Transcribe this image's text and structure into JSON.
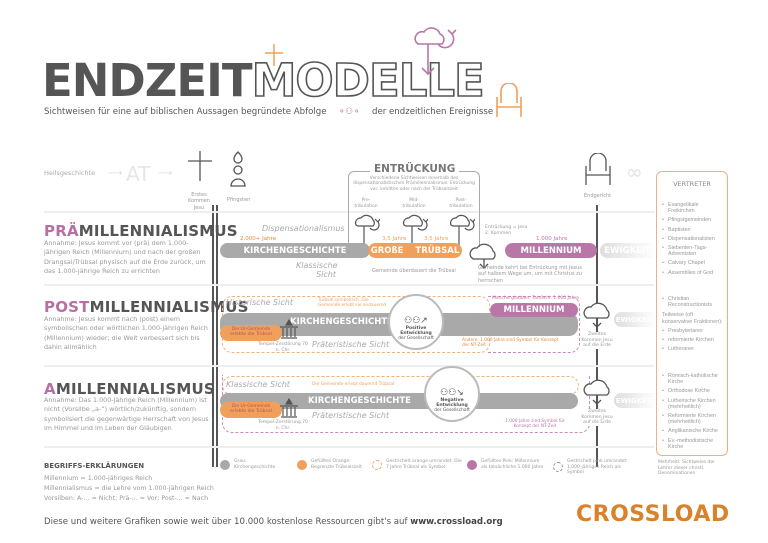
{
  "header": {
    "title_bold": "ENDZEIT",
    "title_outline": "MODELLE",
    "subtitle_left": "Sichtweisen für eine auf biblischen Aussagen begründete Abfolge",
    "subtitle_right": "der endzeitlichen Ereignisse"
  },
  "timeline": {
    "heilsgeschichte": "Heilsgeschichte",
    "at": "AT",
    "erstes_kommen": "Erstes Kommen Jesu",
    "pfingsten": "Pfingsten",
    "endgericht": "Endgericht"
  },
  "entrueckung": {
    "title": "ENTRÜCKUNG",
    "desc": "Verschiedene Sichtweisen innerhalb des dispensationalistischen Prämillennialismus: Entrückung vor, inmitten oder nach der Trübsalszeit",
    "pre": "Pre-tribulation",
    "mid": "Mid-tribulation",
    "post": "Post-tribulation",
    "jesu": "Entrückung = Jesu 2. Kommen"
  },
  "pre": {
    "title_accent": "PRÄ",
    "title_rest": "MILLENNIALISMUS",
    "desc": "Annahme: Jesus kommt vor (prä) dem 1.000-jährigen Reich (Millennium) und nach der großen Drangsal/Trübsal physisch auf die Erde zurück, um das 1.000-jährige Reich zu errichten",
    "dispens": "Dispensationalismus",
    "klassisch": "Klassische Sicht",
    "jahre_kg": "2.000+ Jahre",
    "kg": "KIRCHENGESCHICHTE",
    "jahre1": "3,5 Jahre",
    "jahre2": "3,5 Jahre",
    "grosse": "GROßE",
    "truebsal": "TRÜBSAL",
    "jahre_m": "1.000 Jahre",
    "millennium": "MILLENNIUM",
    "ewigkeit": "EWIGKEIT",
    "ueberdauert": "Gemeinde überdauert die Trübsal",
    "kehrt": "Gemeinde kehrt bei Entrückung mit Jesus auf halbem Wege um, um mit Christus zu herrschen"
  },
  "post": {
    "title_accent": "POST",
    "title_rest": "MILLENNIALISMUS",
    "desc": "Annahme: Jesus kommt nach (post) einem symbolischen oder wörtlichen 1.000-jährigen Reich (Millennium) wieder; die Welt verbessert sich bis dahin allmählich",
    "historisch": "Historische Sicht",
    "historisch_note": "Trübsal symbolisch. Die Gemeinde erlebt sie andauernd",
    "urgemeinde": "Die Ur-Gemeinde erlebte die Trübsal",
    "kg": "KIRCHENGESCHICHTE",
    "tempel": "Tempel-Zerstörung 70 n. Chr.",
    "praeter": "Präteristische Sicht",
    "circle_a": "Positive",
    "circle_b": "Entwicklung",
    "circle_c": "der Gesellschaft",
    "manche": "Manche glauben: Tatsächl. 1.000 Jahre",
    "millennium": "MILLENNIUM",
    "andere": "Andere: 1.000 Jahre sind Symbol für Konzept der NT-Zeit",
    "zweites": "Zweites Kommen Jesu auf die Erde",
    "ewigkeit": "EWIGKEIT"
  },
  "amill": {
    "title_accent": "A",
    "title_rest": "MILLENNIALISMUS",
    "desc": "Annahme: Das 1.000-jährige Reich (Millennium) ist nicht (Vorsilbe „a-“) wörtlich/zukünftig, sondern symbolisiert die gegenwärtige Herrschaft von Jesus im Himmel und im Leben der Gläubigen",
    "klassisch": "Klassische Sicht",
    "klassisch_note": "Die Gemeinde erlebt dauernd Trübsal",
    "urgemeinde": "Die Ur-Gemeinde erlebte die Trübsal",
    "kg": "KIRCHENGESCHICHTE",
    "tempel": "Tempel-Zerstörung 70 n. Chr.",
    "praeter": "Präteristische Sicht",
    "circle_a": "Negative",
    "circle_b": "Entwicklung",
    "circle_c": "der Gesellschaft",
    "symbol": "1.000 Jahre sind Symbol für Konzept der NT-Zeit",
    "zweites": "Zweites Kommen Jesu auf die Erde",
    "ewigkeit": "EWIGKEIT"
  },
  "vertreter": {
    "title": "VERTRETER",
    "pre": [
      "Evangelikale Freikirchen",
      "Pfingstgemeinden",
      "Baptisten",
      "Dispensationalisten",
      "Siebenten-Tags-Adventisten",
      "Calvary Chapel",
      "Assemblies of God"
    ],
    "post": [
      "Christian Reconstructionists"
    ],
    "post_partial": "Teilweise (oft konservative Fraktionen):",
    "post2": [
      "Presbyterianer",
      "reformierte Kirchen",
      "Lutheraner"
    ],
    "amill": [
      "Römisch-katholische Kirche",
      "Orthodoxe Kirche",
      "Lutherische Kirchen (mehrheitlich)",
      "Reformierte Kirchen (mehrheitlich)",
      "Anglikanische Kirche",
      "Ev.-methodistische Kirche"
    ]
  },
  "begriffe": {
    "title": "BEGRIFFS-ERKLÄRUNGEN",
    "l1": "Millennium = 1.000-jähriges Reich",
    "l2": "Millennialismus = die Lehre vom 1.000-jährigen Reich",
    "l3": "Vorsilben: A-... = Nicht; Prä-... = Vor; Post-... = Nach"
  },
  "legend": [
    "Grau: Kirchengeschichte",
    "Gefülltes Orange: Begrenzte Trübsalszeit",
    "Gestrichelt orange umrandet: Die 7 Jahre Trübsal als Symbol",
    "Gefülltes Pink: Millennium als tatsächliche 1.000 Jahre",
    "Gestrichelt pink umrandet: 1.000-jähriges Reich als Symbol",
    "Mehrheitl. Sichtweise der Lehrer dieser christl. Denominationen"
  ],
  "footer": {
    "text": "Diese und weitere Grafiken sowie weit über 10.000 kostenlose Ressourcen gibt's auf",
    "url": "www.crossload.org",
    "logo": "CROSSLOAD"
  },
  "colors": {
    "gray": "#a9a9a9",
    "orange": "#f0a05a",
    "pink": "#b977a7",
    "brand": "#d9822b"
  }
}
